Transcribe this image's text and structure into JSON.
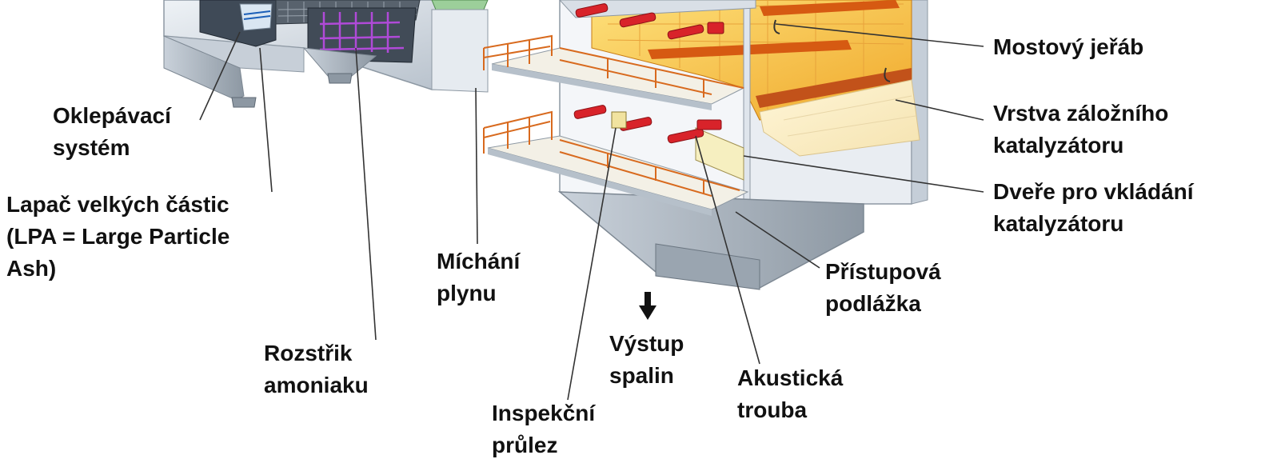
{
  "labels": {
    "oklepavaci": [
      "Oklepávací",
      "systém"
    ],
    "lapac": [
      "Lapač velkých částic",
      "(LPA = Large Particle",
      "Ash)"
    ],
    "rozstrik": [
      "Rozstřik",
      "amoniaku"
    ],
    "michani": [
      "Míchání",
      "plynu"
    ],
    "inspekcni": [
      "Inspekční",
      "průlez"
    ],
    "vystup": [
      "Výstup",
      "spalin"
    ],
    "akusticka": [
      "Akustická",
      "trouba"
    ],
    "pristupova": [
      "Přístupová",
      "podlážka"
    ],
    "mostovy": [
      "Mostový jeřáb"
    ],
    "vrstva": [
      "Vrstva záložního",
      "katalyzátoru"
    ],
    "dvere": [
      "Dveře pro vkládání",
      "katalyzátoru"
    ]
  },
  "colors": {
    "steel_light": "#dfe5ec",
    "steel_mid": "#b9c3ce",
    "steel_dark": "#7d8893",
    "catalyst_yellow": "#f6c83a",
    "catalyst_orange": "#e88a1c",
    "beam_orange": "#d65a12",
    "pipe_red": "#d8232a",
    "railing": "#d86a1e",
    "ammonia_purple": "#a040c8",
    "mixer_green": "#9ccf9a",
    "leader": "#333333",
    "text": "#111111"
  },
  "icons": {
    "flow_arrow": "down-arrow-icon"
  }
}
